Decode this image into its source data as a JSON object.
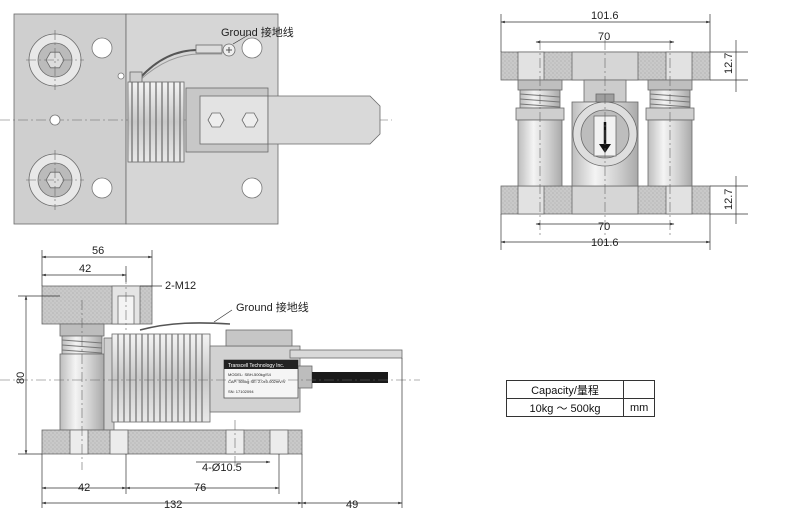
{
  "labels": {
    "ground_top": "Ground 接地线",
    "ground_side": "Ground 接地线",
    "thread": "2-M12",
    "holes": "4-Ø10.5",
    "nameplate_brand": "Transcell Technology Inc.",
    "nameplate_model": "MODEL: SBH-500kg/S4",
    "nameplate_cap": "CAP: 500kg  SE: 2.0±0.002mV/V",
    "nameplate_sn": "SN: 17102094"
  },
  "dimensions": {
    "front_width": "101.6",
    "front_inner_top": "70",
    "front_inner_bottom": "70",
    "front_width_bottom": "101.6",
    "plate_top": "12.7",
    "plate_bottom": "12.7",
    "side_56": "56",
    "side_42_top": "42",
    "side_height": "80",
    "side_42_bottom": "42",
    "side_76": "76",
    "side_132": "132",
    "side_49": "49"
  },
  "capacity_table": {
    "header": "Capacity/量程",
    "range": "10kg ～ 500kg",
    "unit": "mm"
  },
  "colors": {
    "steel_light": "#dcdcdc",
    "steel_mid": "#c4c4c4",
    "steel_dark": "#a8a8a8",
    "plate_hatch": "#bdbdbd",
    "cable": "#1a1a1a"
  }
}
